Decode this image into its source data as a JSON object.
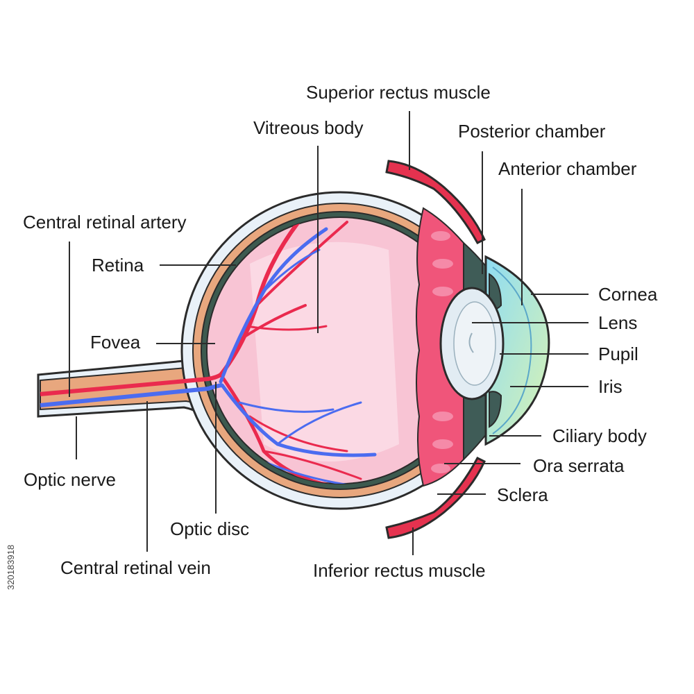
{
  "colors": {
    "sclera": "#e9f1f8",
    "outline": "#2b2b2b",
    "choroid": "#e8a77e",
    "retina_dark": "#3d5a4f",
    "vitreous": "#f8c4d4",
    "vitreous_light": "#fbd9e4",
    "artery": "#ea2a4e",
    "vein": "#4b6cf0",
    "muscle": "#e5324f",
    "ciliary": "#f0557a",
    "lens": "#e2ecf3",
    "cornea": "#a9e6f5",
    "iris": "#3f5c57",
    "nerve": "#e8a77e",
    "label_text": "#1a1a1a"
  },
  "labels": {
    "superior_rectus_muscle": "Superior rectus muscle",
    "vitreous_body": "Vitreous body",
    "posterior_chamber": "Posterior chamber",
    "anterior_chamber": "Anterior chamber",
    "central_retinal_artery": "Central retinal artery",
    "retina": "Retina",
    "fovea": "Fovea",
    "cornea": "Cornea",
    "lens": "Lens",
    "pupil": "Pupil",
    "iris": "Iris",
    "ciliary_body": "Ciliary body",
    "ora_serrata": "Ora serrata",
    "sclera": "Sclera",
    "optic_nerve": "Optic nerve",
    "optic_disc": "Optic disc",
    "central_retinal_vein": "Central retinal vein",
    "inferior_rectus_muscle": "Inferior rectus muscle"
  },
  "stock_id": "320183918"
}
